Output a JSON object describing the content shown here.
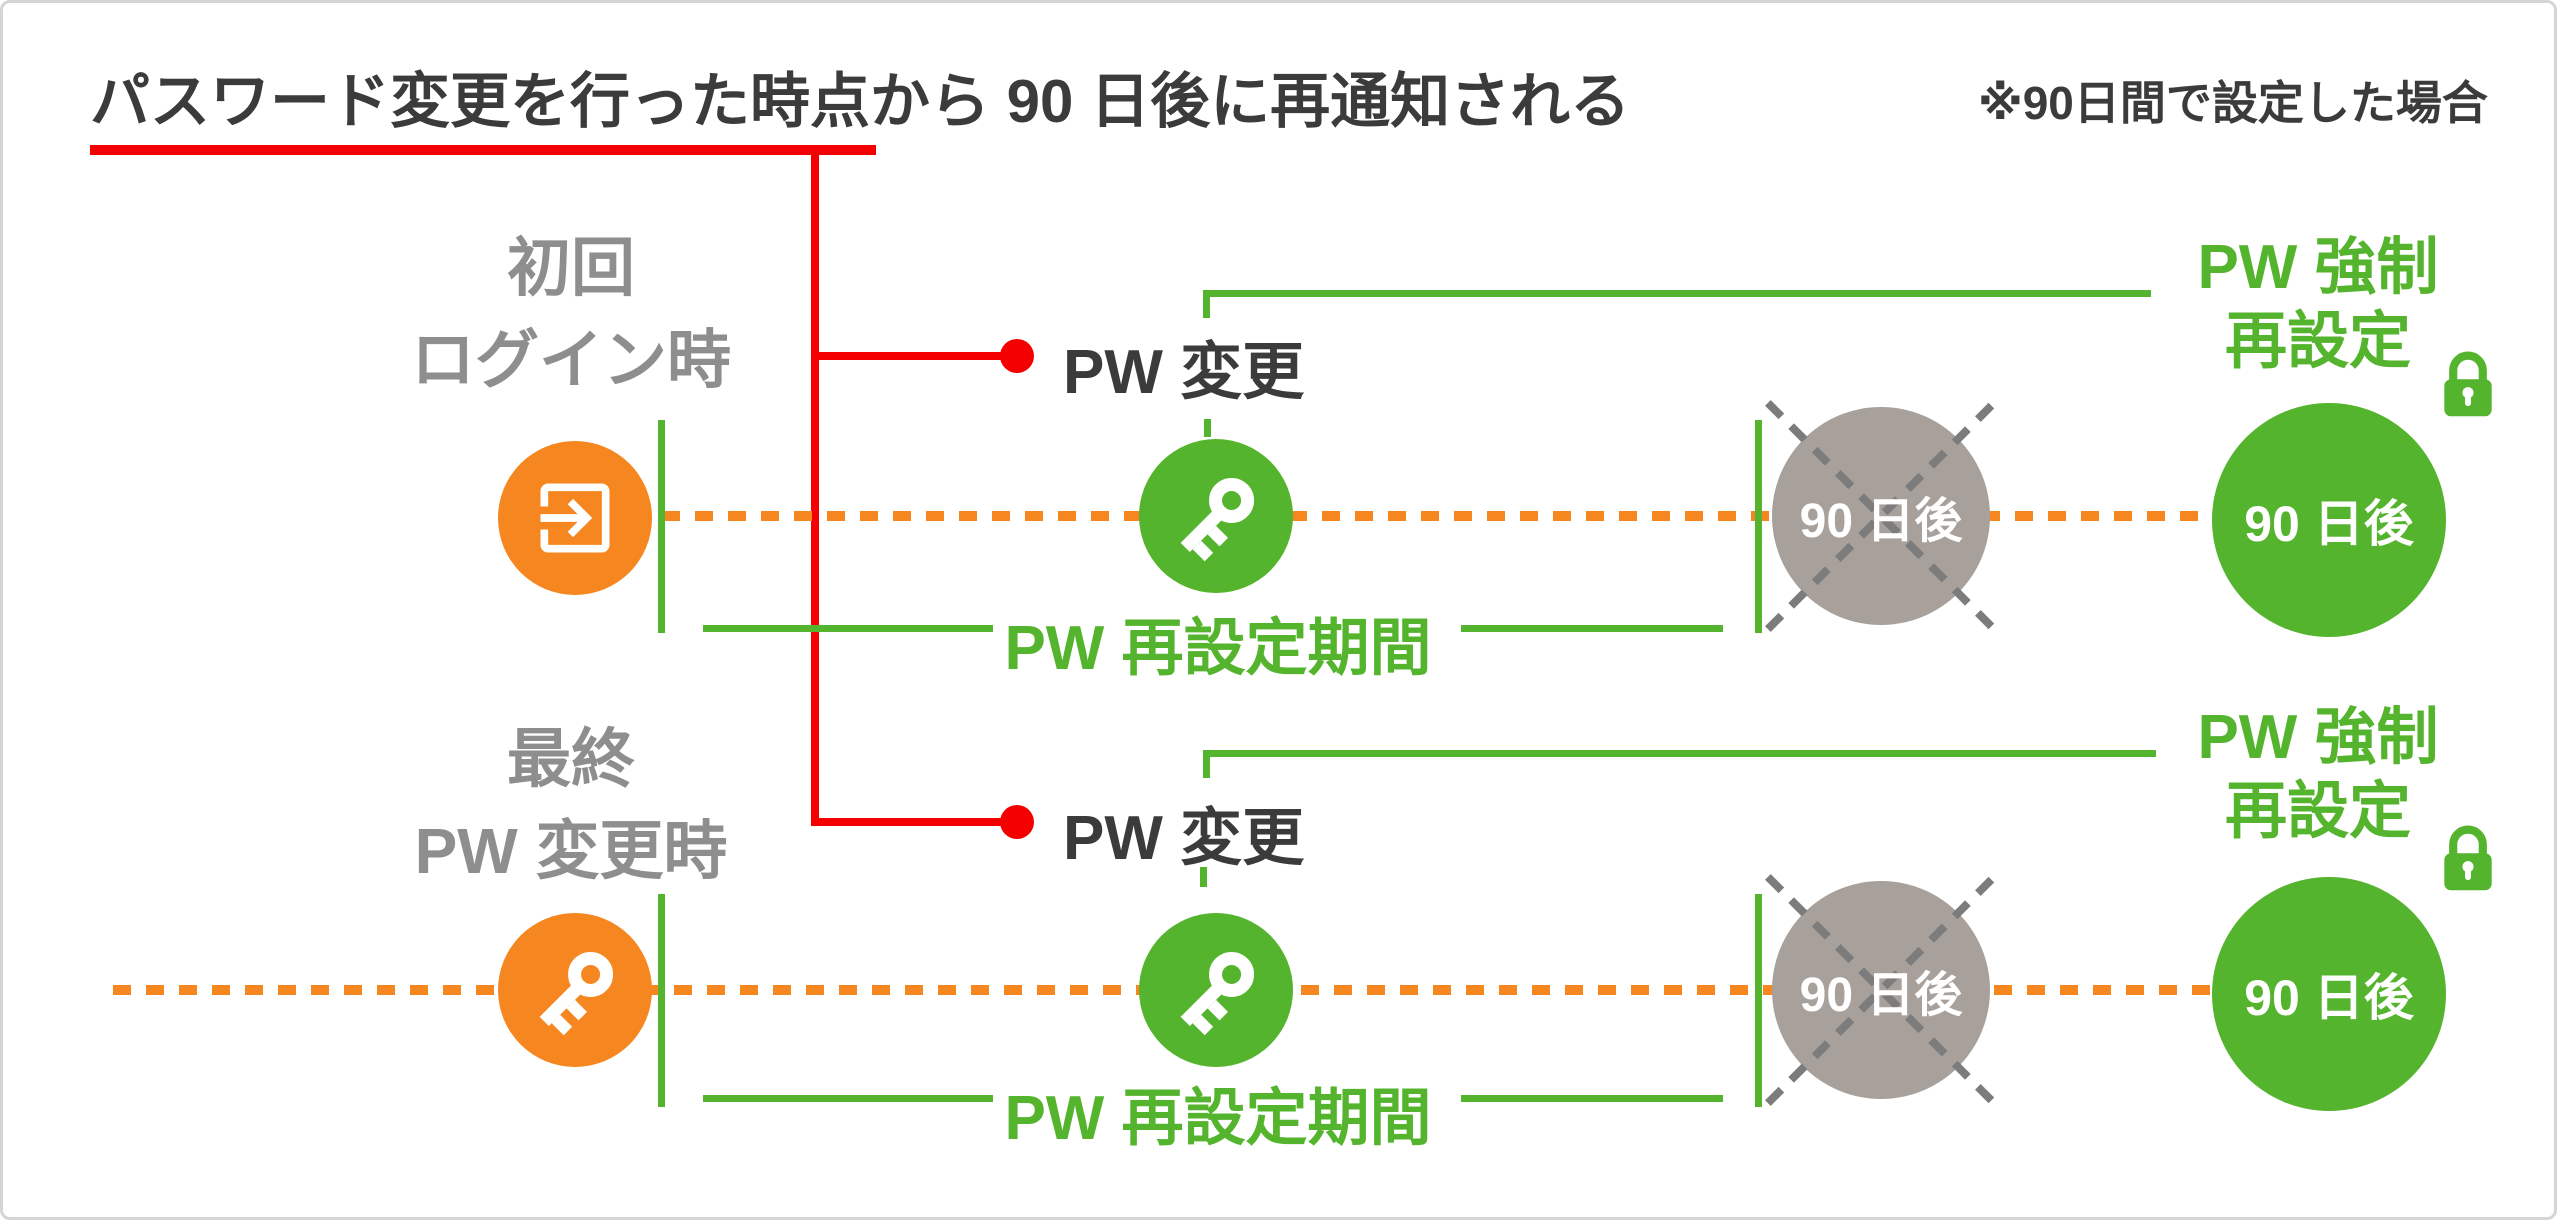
{
  "title": "パスワード変更を行った時点から 90 日後に再通知される",
  "note": "※90日間で設定した場合",
  "colors": {
    "accent_red": "#f40000",
    "accent_green": "#55b42d",
    "accent_orange": "#f6861f",
    "expired_gray": "#a8a19b",
    "label_gray": "#8e8e8e",
    "text_dark": "#3b3b3b"
  },
  "icons": {
    "start_row1": "login-icon",
    "start_row2": "key-icon",
    "change_event": "key-icon",
    "force_reset": "lock-icon"
  },
  "rows": [
    {
      "start_label_line1": "初回",
      "start_label_line2": "ログイン時",
      "pw_change_label": "PW 変更",
      "reset_period_label": "PW 再設定期間",
      "expired_circle_label": "90 日後",
      "force_circle_label": "90 日後",
      "force_reset_line1": "PW 強制",
      "force_reset_line2": "再設定"
    },
    {
      "start_label_line1": "最終",
      "start_label_line2": "PW 変更時",
      "pw_change_label": "PW 変更",
      "reset_period_label": "PW 再設定期間",
      "expired_circle_label": "90 日後",
      "force_circle_label": "90 日後",
      "force_reset_line1": "PW 強制",
      "force_reset_line2": "再設定"
    }
  ]
}
